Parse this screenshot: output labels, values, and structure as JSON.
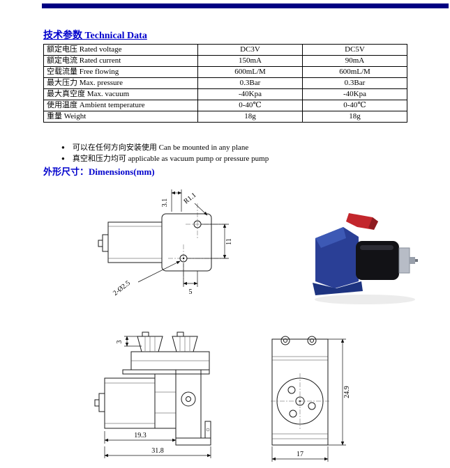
{
  "colors": {
    "top_bar": "#000082",
    "accent_blue": "#0000cc"
  },
  "tech_section": {
    "title": "技术参数 Technical Data"
  },
  "spec_table": {
    "rows": [
      {
        "label": "额定电压 Rated voltage",
        "v3": "DC3V",
        "v5": "DC5V"
      },
      {
        "label": "额定电流 Rated current",
        "v3": "150mA",
        "v5": "90mA"
      },
      {
        "label": "空载流量 Free flowing",
        "v3": "600mL/M",
        "v5": "600mL/M"
      },
      {
        "label": "最大压力 Max. pressure",
        "v3": "0.3Bar",
        "v5": "0.3Bar"
      },
      {
        "label": "最大真空度 Max. vacuum",
        "v3": "-40Kpa",
        "v5": "-40Kpa"
      },
      {
        "label": "使用温度 Ambient temperature",
        "v3": "0-40℃",
        "v5": "0-40℃"
      },
      {
        "label": "重量 Weight",
        "v3": "18g",
        "v5": "18g"
      }
    ]
  },
  "notes": {
    "bullet_char": "●",
    "items": [
      "可以在任何方向安装使用 Can be mounted in any plane",
      "真空和压力均可 applicable as vacuum pump or pressure pump"
    ]
  },
  "dim_section": {
    "title": "外形尺寸：Dimensions(mm)"
  },
  "drawings": {
    "top_view": {
      "edge_offset": "3.1",
      "corner_radius": "R1.1",
      "hole_spacing_v": "11",
      "hole_spacing_h": "5",
      "holes_callout": "2-Ø2.5"
    },
    "side_view": {
      "port_height": "3",
      "motor_length": "19.3",
      "total_length": "31.8"
    },
    "front_view": {
      "body_height": "24.9",
      "body_width": "17"
    }
  }
}
